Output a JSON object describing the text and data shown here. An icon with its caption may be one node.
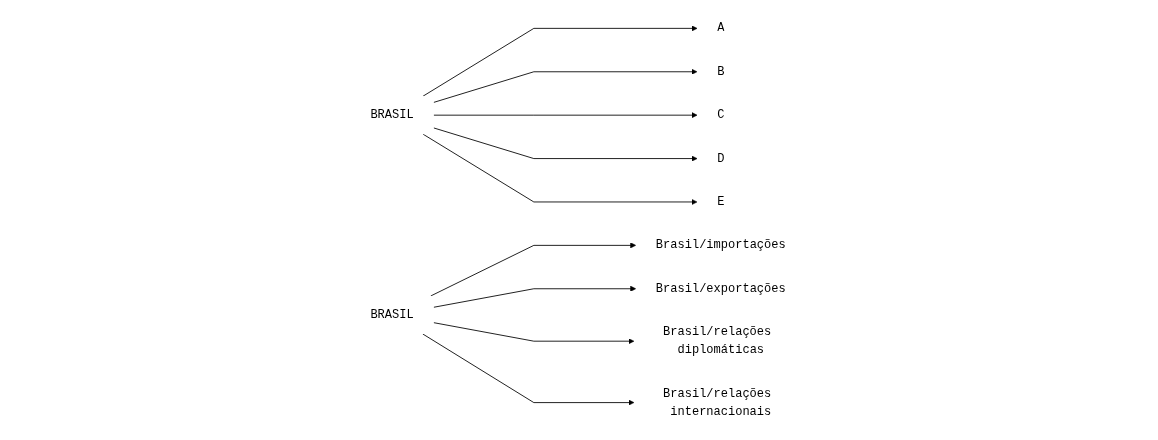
{
  "diagram": {
    "nodes": [
      {
        "text": [
          "BRASIL"
        ]
      },
      {
        "text": [
          "A"
        ]
      },
      {
        "text": [
          "B"
        ]
      },
      {
        "text": [
          "C"
        ]
      },
      {
        "text": [
          "D"
        ]
      },
      {
        "text": [
          "E"
        ]
      },
      {
        "text": [
          "BRASIL"
        ]
      },
      {
        "text": [
          "Brasil/importações"
        ]
      },
      {
        "text": [
          "Brasil/exportações"
        ]
      },
      {
        "text": [
          "Brasil/relações diplomáticas"
        ]
      },
      {
        "text": [
          "Brasil/relações internacionais"
        ]
      }
    ],
    "edges": [
      {
        "from": 0,
        "to": 1,
        "arrow": "to"
      },
      {
        "from": 0,
        "to": 2,
        "arrow": "to"
      },
      {
        "from": 0,
        "to": 3,
        "arrow": "to"
      },
      {
        "from": 0,
        "to": 4,
        "arrow": "to"
      },
      {
        "from": 0,
        "to": 5,
        "arrow": "to"
      },
      {
        "from": 6,
        "to": 7,
        "arrow": "to"
      },
      {
        "from": 6,
        "to": 8,
        "arrow": "to"
      },
      {
        "from": 6,
        "to": 9,
        "arrow": "to"
      },
      {
        "from": 6,
        "to": 10,
        "arrow": "to"
      }
    ]
  }
}
